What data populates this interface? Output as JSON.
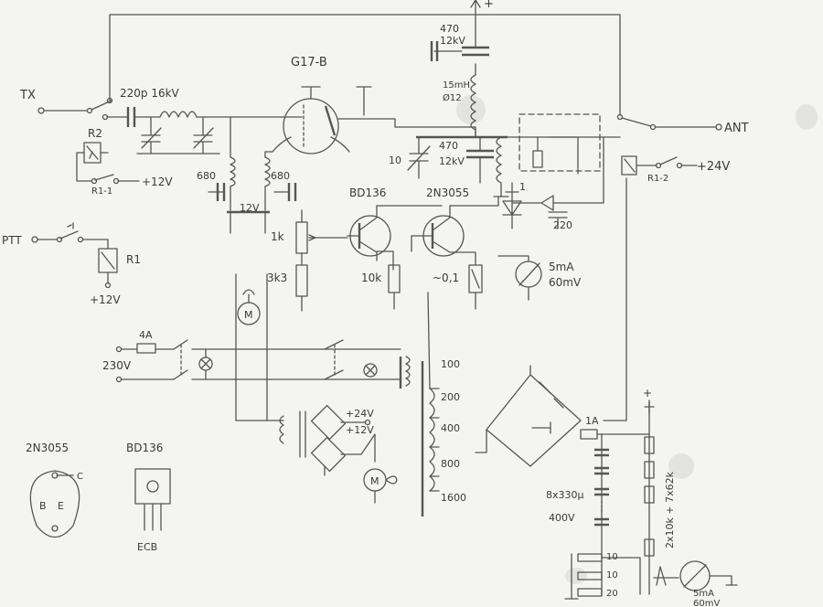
{
  "labels": {
    "tx": "TX",
    "ptt": "PTT",
    "ant": "ANT",
    "tube": "G17-B",
    "c_input": "220p 16kV",
    "c_470_top_a": "470",
    "c_470_top_b": "12kV",
    "rfc": "15mH",
    "rfc_dia": "Ø12",
    "c_10": "10",
    "c_470_mid_a": "470",
    "c_470_mid_b": "12kV",
    "c_680_left": "680",
    "c_680_right": "680",
    "fil_12v": "12V",
    "r2": "R2",
    "r1_1": "R1-1",
    "plus12_a": "+12V",
    "r1": "R1",
    "plus12_b": "+12V",
    "r1_2": "R1-2",
    "plus24": "+24V",
    "bd136_top": "BD136",
    "q_2n3055_top": "2N3055",
    "pot_1k": "1k",
    "r_3k3": "3k3",
    "r_10k": "10k",
    "r_01": "~0,1",
    "meter_5ma_a": "5mA",
    "meter_60mv_a": "60mV",
    "c_1": "1",
    "c_220": "220",
    "fuse_4a": "4A",
    "mains_230": "230V",
    "tap_100": "100",
    "tap_200": "200",
    "tap_400": "400",
    "tap_800": "800",
    "tap_1600": "1600",
    "out_24": "+24V",
    "out_12": "+12V",
    "fuse_1a": "1A",
    "caps_8x": "8x330µ",
    "caps_400v": "400V",
    "hv_plus": "+",
    "top_plus": "+",
    "bleeder": "2x10k + 7x62k",
    "r_10_a": "10",
    "r_10_b": "10",
    "r_20": "20",
    "meter_5ma_b": "5mA",
    "meter_60mv_b": "60mV",
    "pin_2n3055": "2N3055",
    "pin_bd136": "BD136",
    "pin_c": "C",
    "pin_b": "B",
    "pin_e": "E",
    "pin_ecb": "ECB",
    "motor": "M"
  }
}
